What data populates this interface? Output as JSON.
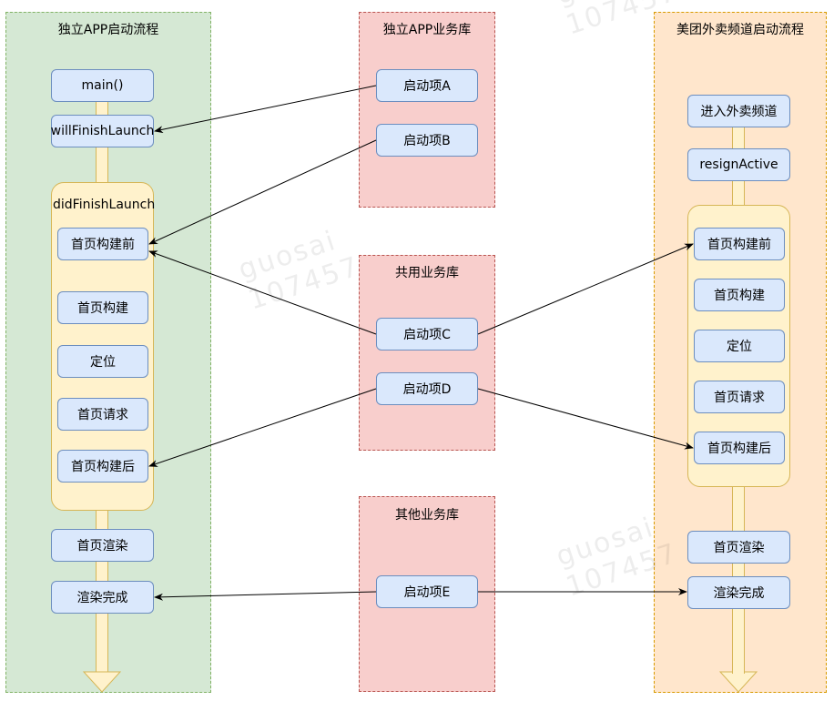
{
  "panels": {
    "standalone_flow": "独立APP启动流程",
    "standalone_lib": "独立APP业务库",
    "shared_lib": "共用业务库",
    "other_lib": "其他业务库",
    "meituan_flow": "美团外卖频道启动流程"
  },
  "left": {
    "main": "main()",
    "will_finish": "willFinishLaunch",
    "did_finish_label": "didFinishLaunch",
    "before_build": "首页构建前",
    "build": "首页构建",
    "locate": "定位",
    "request": "首页请求",
    "after_build": "首页构建后",
    "render": "首页渲染",
    "render_done": "渲染完成"
  },
  "middle": {
    "item_a": "启动项A",
    "item_b": "启动项B",
    "item_c": "启动项C",
    "item_d": "启动项D",
    "item_e": "启动项E"
  },
  "right": {
    "enter_channel": "进入外卖频道",
    "resign_active": "resignActive",
    "before_build": "首页构建前",
    "build": "首页构建",
    "locate": "定位",
    "request": "首页请求",
    "after_build": "首页构建后",
    "render": "首页渲染",
    "render_done": "渲染完成"
  },
  "watermarks": [
    {
      "name": "guosai",
      "id": "107457"
    },
    {
      "name": "guosai",
      "id": "107457"
    },
    {
      "name": "guosai",
      "id": "107457"
    }
  ],
  "colors": {
    "green_panel": "#d5e8d4",
    "red_panel": "#f8cecc",
    "orange_panel": "#ffe6cc",
    "step_box": "#dae8fc",
    "flow_arrow": "#fff2cc"
  }
}
